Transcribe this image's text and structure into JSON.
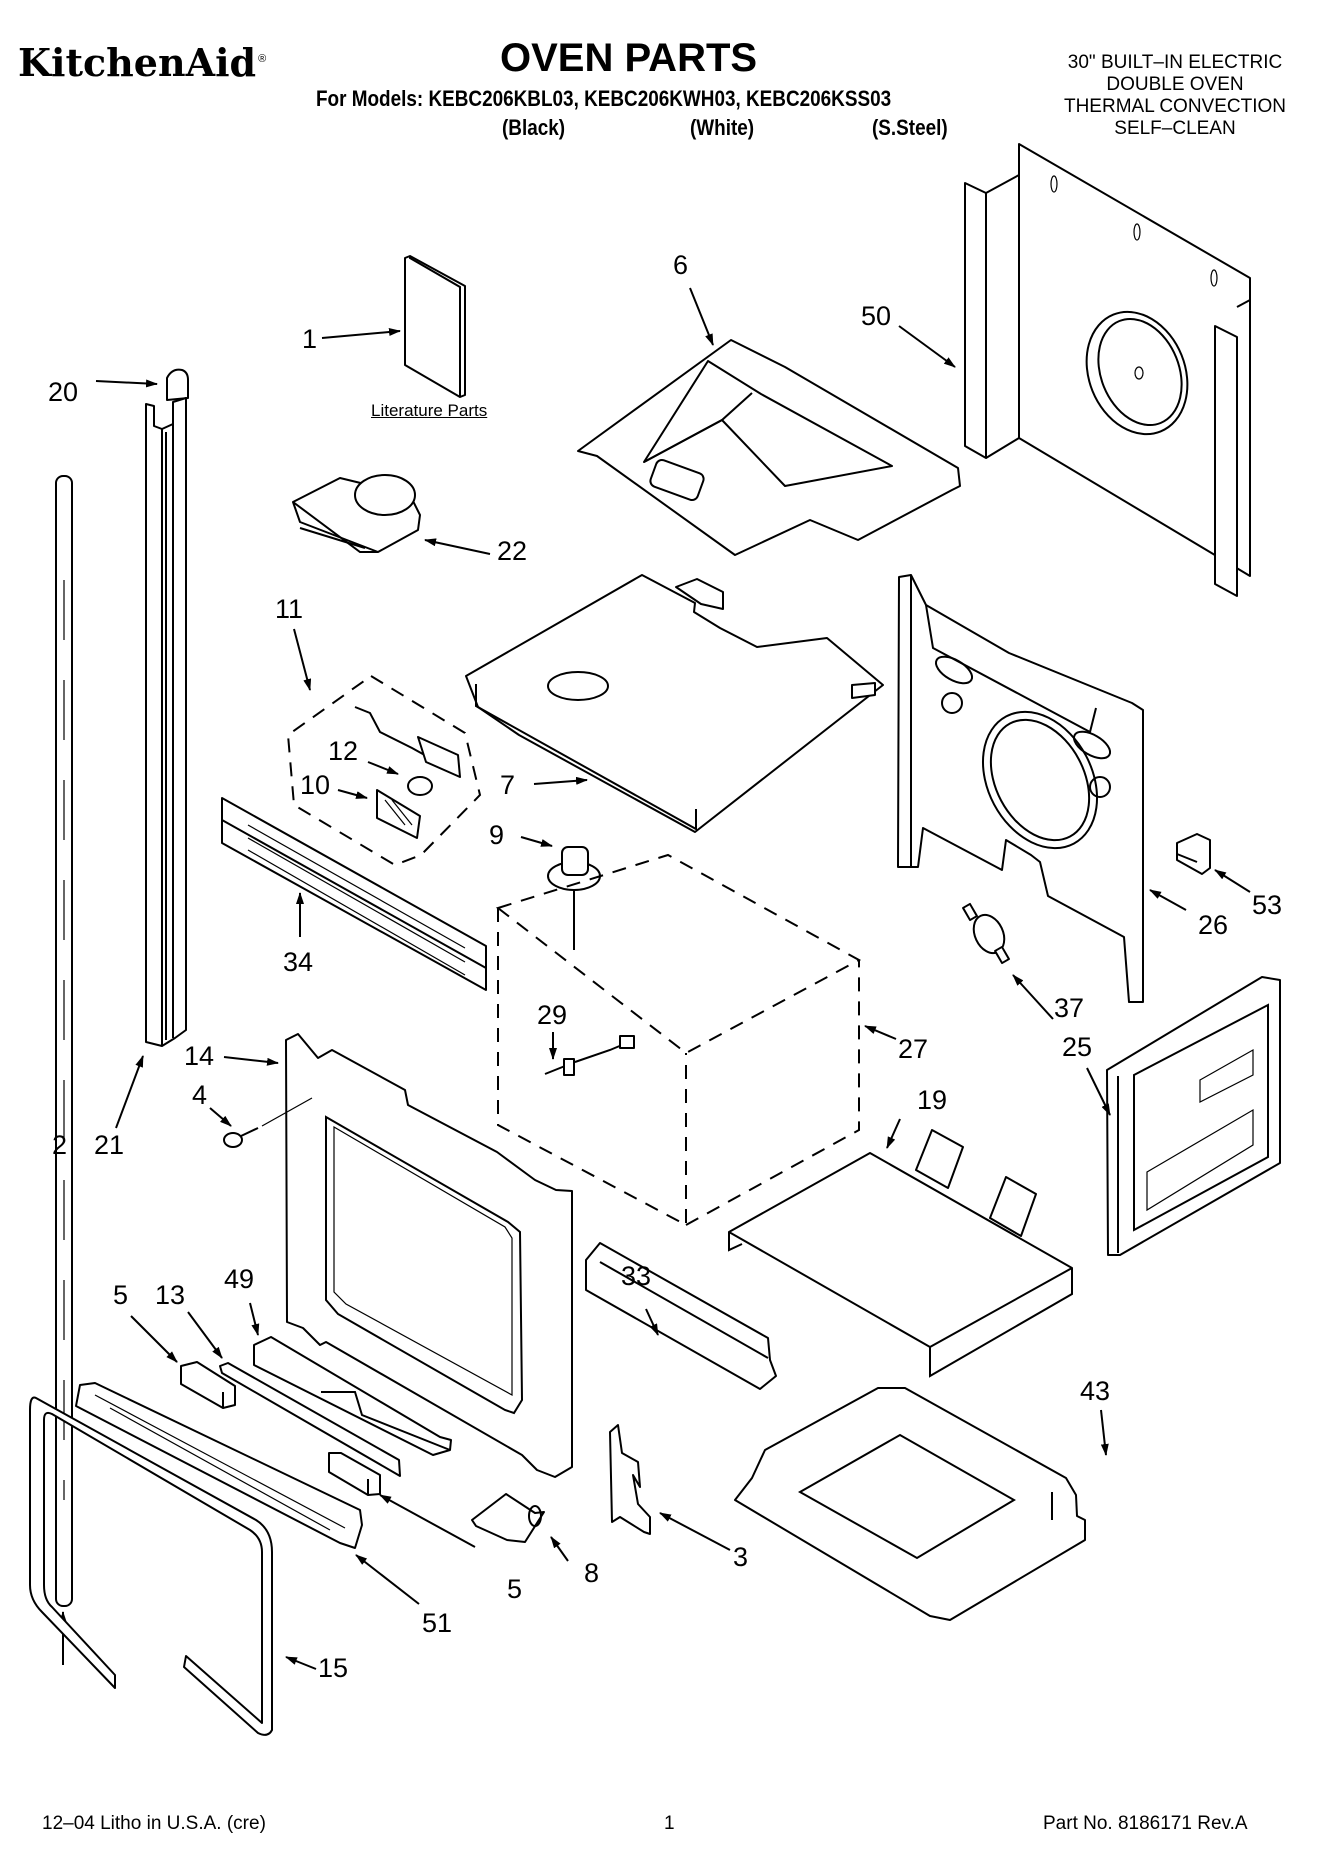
{
  "header": {
    "brand": "KitchenAid",
    "brand_mark": "®",
    "title": "OVEN PARTS",
    "models_line": "For Models: KEBC206KBL03, KEBC206KWH03, KEBC206KSS03",
    "variants": [
      "(Black)",
      "(White)",
      "(S.Steel)"
    ],
    "description": [
      "30\" BUILT–IN ELECTRIC",
      "DOUBLE OVEN",
      "THERMAL CONVECTION",
      "SELF–CLEAN"
    ]
  },
  "diagram": {
    "literature_label": "Literature Parts",
    "callouts": [
      "1",
      "2",
      "3",
      "4",
      "5",
      "5",
      "6",
      "7",
      "8",
      "9",
      "10",
      "11",
      "12",
      "13",
      "14",
      "15",
      "19",
      "20",
      "21",
      "22",
      "25",
      "26",
      "27",
      "29",
      "33",
      "34",
      "37",
      "43",
      "49",
      "50",
      "51",
      "53"
    ],
    "parts": [
      {
        "ref": "1",
        "name": "literature-book"
      },
      {
        "ref": "2",
        "name": "vertical-rod"
      },
      {
        "ref": "3",
        "name": "hinge-bracket"
      },
      {
        "ref": "4",
        "name": "screw"
      },
      {
        "ref": "5",
        "name": "spacer-block"
      },
      {
        "ref": "6",
        "name": "top-duct-panel"
      },
      {
        "ref": "7",
        "name": "top-insulation-panel"
      },
      {
        "ref": "8",
        "name": "clip-bracket"
      },
      {
        "ref": "9",
        "name": "sensor-knob"
      },
      {
        "ref": "10",
        "name": "lamp-lens"
      },
      {
        "ref": "11",
        "name": "lamp-assembly"
      },
      {
        "ref": "12",
        "name": "light-bulb"
      },
      {
        "ref": "13",
        "name": "strip"
      },
      {
        "ref": "14",
        "name": "front-frame"
      },
      {
        "ref": "15",
        "name": "door-gasket"
      },
      {
        "ref": "19",
        "name": "bottom-panel"
      },
      {
        "ref": "20",
        "name": "end-cap"
      },
      {
        "ref": "21",
        "name": "side-trim"
      },
      {
        "ref": "22",
        "name": "latch-motor"
      },
      {
        "ref": "25",
        "name": "side-panel"
      },
      {
        "ref": "26",
        "name": "rear-panel"
      },
      {
        "ref": "27",
        "name": "oven-cavity"
      },
      {
        "ref": "29",
        "name": "temperature-probe"
      },
      {
        "ref": "33",
        "name": "channel-bracket"
      },
      {
        "ref": "34",
        "name": "vent-grille"
      },
      {
        "ref": "37",
        "name": "thermostat"
      },
      {
        "ref": "43",
        "name": "base-tray"
      },
      {
        "ref": "49",
        "name": "lower-trim-channel"
      },
      {
        "ref": "50",
        "name": "back-plate"
      },
      {
        "ref": "51",
        "name": "vent-trim"
      },
      {
        "ref": "53",
        "name": "small-clip"
      }
    ]
  },
  "footer": {
    "print_info": "12–04 Litho in U.S.A. (cre)",
    "page_number": "1",
    "part_number": "Part No. 8186171 Rev.A"
  }
}
